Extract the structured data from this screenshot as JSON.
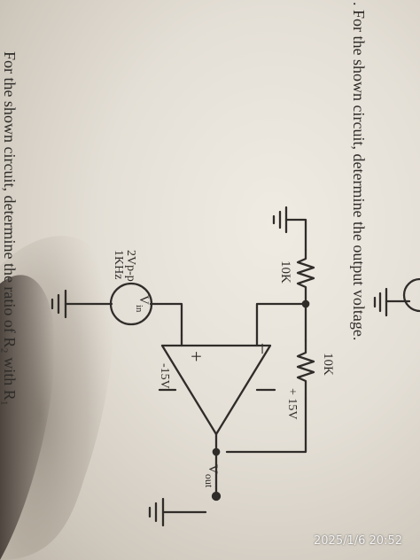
{
  "page_text": {
    "question_top": ". For the shown circuit, determine the output voltage.",
    "question_bottom": "For the shown circuit, determine the ratio of R₂ with R₁"
  },
  "circuit": {
    "r_ground_label": "10K",
    "r_feedback_label": "10K",
    "source_amplitude": "2Vp-p",
    "source_frequency": "1KHz",
    "source_name": "V",
    "source_subscript": "in",
    "supply_positive": "+ 15V",
    "supply_negative": "-15V",
    "plus_sign": "+",
    "minus_sign": "–",
    "output_name": "V",
    "output_subscript": "out"
  },
  "timestamp": "2025/1/6 20:52",
  "colors": {
    "ink": "#2f2c29",
    "paper": "#e8e4dc"
  }
}
